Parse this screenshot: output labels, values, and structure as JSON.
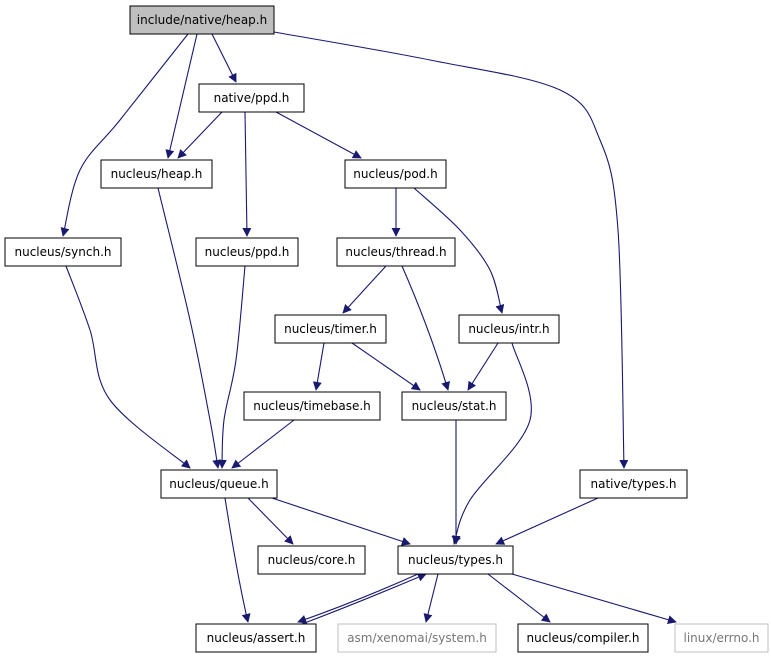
{
  "colors": {
    "edge": "#191970",
    "root_fill": "#bfbfbf",
    "node_fill": "#ffffff",
    "node_stroke": "#000000",
    "external_stroke": "#bfbfbf"
  },
  "nodes": {
    "root": "include/native/heap.h",
    "native_ppd": "native/ppd.h",
    "nucleus_heap": "nucleus/heap.h",
    "nucleus_pod": "nucleus/pod.h",
    "nucleus_synch": "nucleus/synch.h",
    "nucleus_ppd": "nucleus/ppd.h",
    "nucleus_thread": "nucleus/thread.h",
    "nucleus_timer": "nucleus/timer.h",
    "nucleus_intr": "nucleus/intr.h",
    "nucleus_timebase": "nucleus/timebase.h",
    "nucleus_stat": "nucleus/stat.h",
    "nucleus_queue": "nucleus/queue.h",
    "native_types": "native/types.h",
    "nucleus_core": "nucleus/core.h",
    "nucleus_types": "nucleus/types.h",
    "nucleus_assert": "nucleus/assert.h",
    "asm_system": "asm/xenomai/system.h",
    "nucleus_compiler": "nucleus/compiler.h",
    "linux_errno": "linux/errno.h"
  },
  "external_nodes": [
    "asm_system",
    "linux_errno"
  ],
  "edges": [
    [
      "root",
      "native_ppd"
    ],
    [
      "root",
      "nucleus_heap"
    ],
    [
      "root",
      "nucleus_synch"
    ],
    [
      "root",
      "native_types"
    ],
    [
      "native_ppd",
      "nucleus_heap"
    ],
    [
      "native_ppd",
      "nucleus_ppd"
    ],
    [
      "native_ppd",
      "nucleus_pod"
    ],
    [
      "nucleus_heap",
      "nucleus_queue"
    ],
    [
      "nucleus_pod",
      "nucleus_thread"
    ],
    [
      "nucleus_pod",
      "nucleus_intr"
    ],
    [
      "nucleus_synch",
      "nucleus_queue"
    ],
    [
      "nucleus_ppd",
      "nucleus_queue"
    ],
    [
      "nucleus_thread",
      "nucleus_timer"
    ],
    [
      "nucleus_thread",
      "nucleus_stat"
    ],
    [
      "nucleus_timer",
      "nucleus_timebase"
    ],
    [
      "nucleus_timer",
      "nucleus_stat"
    ],
    [
      "nucleus_intr",
      "nucleus_stat"
    ],
    [
      "nucleus_intr",
      "nucleus_types"
    ],
    [
      "nucleus_timebase",
      "nucleus_queue"
    ],
    [
      "nucleus_stat",
      "nucleus_types"
    ],
    [
      "nucleus_queue",
      "nucleus_core"
    ],
    [
      "nucleus_queue",
      "nucleus_types"
    ],
    [
      "nucleus_queue",
      "nucleus_assert"
    ],
    [
      "native_types",
      "nucleus_types"
    ],
    [
      "nucleus_types",
      "nucleus_assert"
    ],
    [
      "nucleus_assert",
      "nucleus_types"
    ],
    [
      "nucleus_types",
      "asm_system"
    ],
    [
      "nucleus_types",
      "nucleus_compiler"
    ],
    [
      "nucleus_types",
      "linux_errno"
    ]
  ]
}
